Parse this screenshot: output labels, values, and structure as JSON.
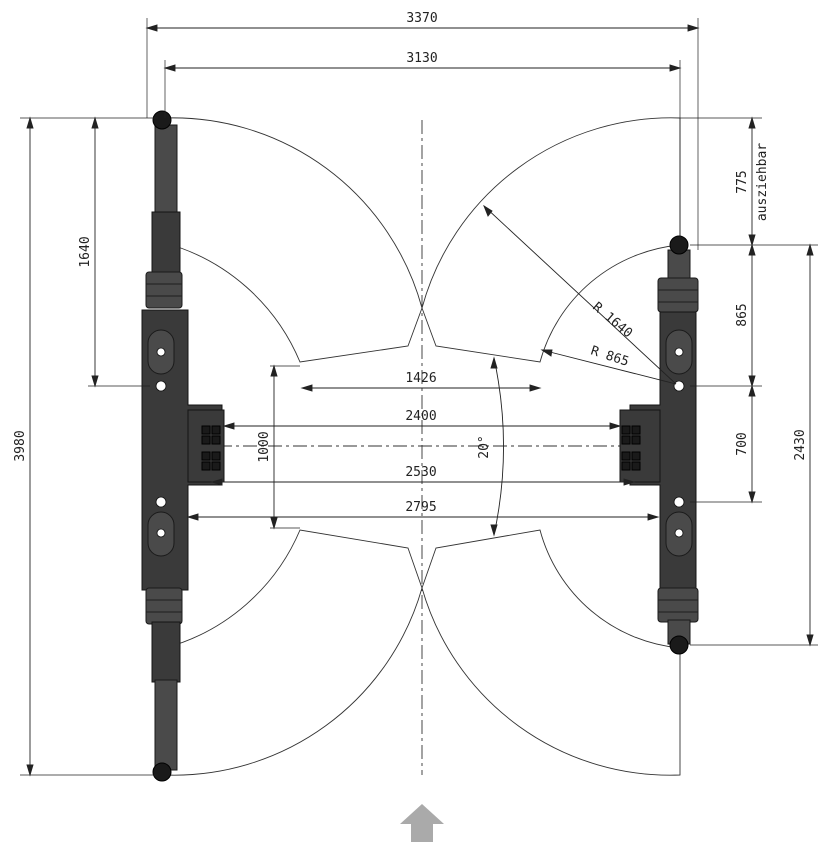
{
  "dimensions": {
    "overall_width": "3370",
    "inner_width": "3130",
    "left_height_overall": "3980",
    "left_arm_reach": "1640",
    "extension": "775",
    "extension_note": "ausziehbar",
    "right_upper": "865",
    "right_lower": "700",
    "right_total": "2430",
    "width_1426": "1426",
    "width_2400": "2400",
    "width_2530": "2530",
    "width_2795": "2795",
    "height_1000": "1000",
    "angle": "20°",
    "radius_large": "R 1640",
    "radius_small": "R 865"
  },
  "colors": {
    "line": "#222222",
    "arm": "#4a4a4a",
    "arrow": "#aaaaaa"
  },
  "icons": [
    "drive-direction-arrow-icon",
    "lifting-pad-icon"
  ]
}
